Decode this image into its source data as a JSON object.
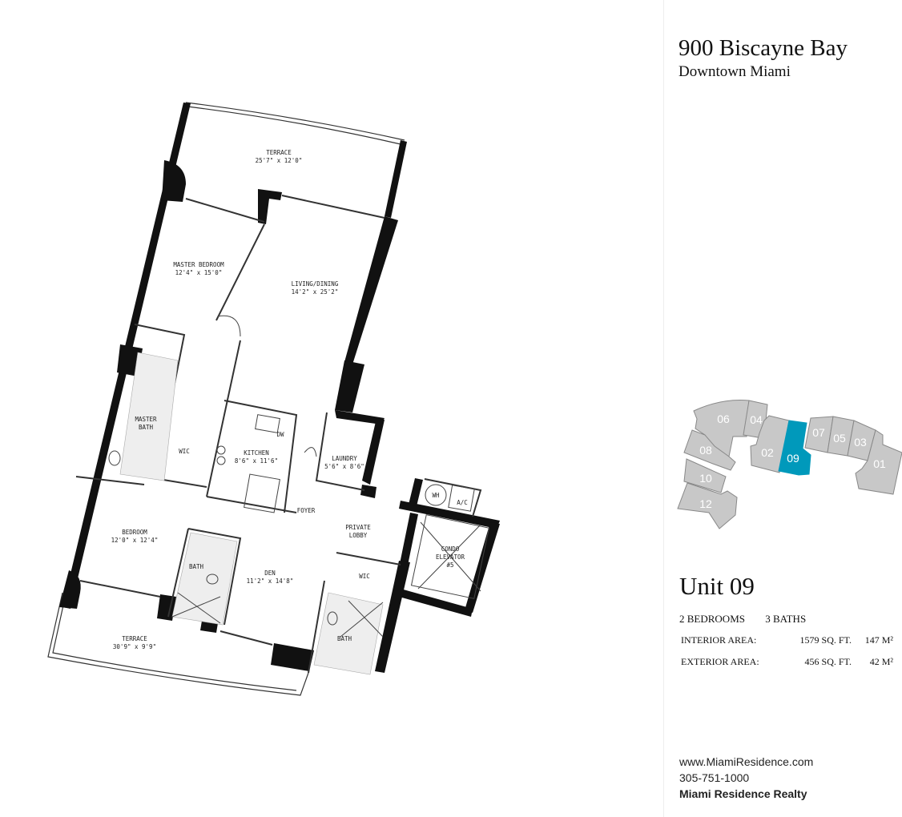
{
  "header": {
    "title": "900 Biscayne Bay",
    "subtitle": "Downtown Miami"
  },
  "unit": {
    "name": "Unit 09",
    "bedrooms": "2 BEDROOMS",
    "baths": "3 BATHS",
    "interior": {
      "label": "INTERIOR AREA:",
      "sqft": "1579 SQ. FT.",
      "m2": "147 M²"
    },
    "exterior": {
      "label": "EXTERIOR AREA:",
      "sqft": "456 SQ. FT.",
      "m2": "42 M²"
    }
  },
  "contact": {
    "website": "www.MiamiResidence.com",
    "phone": "305-751-1000",
    "company": "Miami Residence Realty"
  },
  "key_plan": {
    "highlight_color": "#0099bb",
    "base_color": "#c8c8c8",
    "units": [
      "06",
      "04",
      "02",
      "09",
      "07",
      "05",
      "03",
      "01",
      "08",
      "10",
      "12"
    ],
    "selected": "09"
  },
  "floorplan": {
    "rooms": {
      "terrace_top": {
        "name": "TERRACE",
        "dim": "25'7\" x 12'0\""
      },
      "master_bedroom": {
        "name": "MASTER BEDROOM",
        "dim": "12'4\" x 15'0\""
      },
      "living_dining": {
        "name": "LIVING/DINING",
        "dim": "14'2\" x 25'2\""
      },
      "master_bath": {
        "name": "MASTER",
        "name2": "BATH"
      },
      "wic1": {
        "name": "WIC"
      },
      "kitchen": {
        "name": "KITCHEN",
        "dim": "8'6\" x 11'6\""
      },
      "dw": {
        "name": "DW"
      },
      "laundry": {
        "name": "LAUNDRY",
        "dim": "5'6\" x 8'6\""
      },
      "foyer": {
        "name": "FOYER"
      },
      "private_lobby": {
        "name": "PRIVATE",
        "name2": "LOBBY"
      },
      "bedroom": {
        "name": "BEDROOM",
        "dim": "12'0\" x 12'4\""
      },
      "bath1": {
        "name": "BATH"
      },
      "den": {
        "name": "DEN",
        "dim": "11'2\" x 14'8\""
      },
      "wic2": {
        "name": "WIC"
      },
      "bath2": {
        "name": "BATH"
      },
      "terrace_bottom": {
        "name": "TERRACE",
        "dim": "30'9\" x 9'9\""
      },
      "wh": {
        "name": "WH"
      },
      "ac": {
        "name": "A/C"
      },
      "elevator": {
        "name": "CONDO",
        "name2": "ELEVATOR",
        "name3": "#5"
      }
    }
  }
}
